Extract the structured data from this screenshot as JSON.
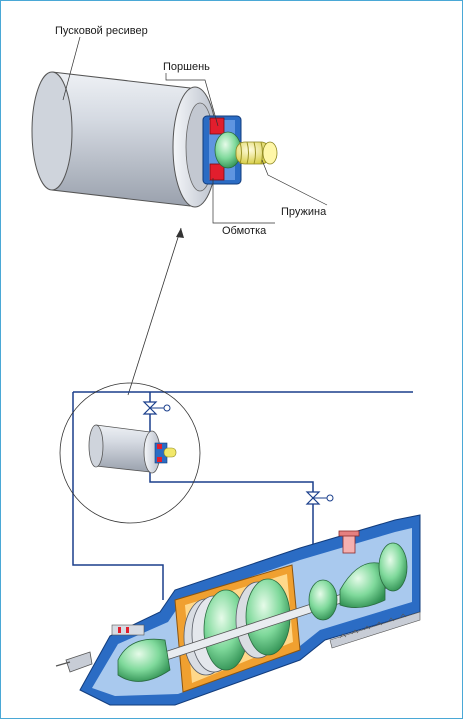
{
  "labels": {
    "receiver": "Пусковой ресивер",
    "piston": "Поршень",
    "spring": "Пружина",
    "winding": "Обмотка"
  },
  "colors": {
    "frame": "#4aa8d6",
    "pipe": "#1a3f8c",
    "housing_blue": "#2b6cc4",
    "green": "#6fd18f",
    "orange": "#f0a030",
    "coil_red": "#e21e2d",
    "spring_yellow": "#f2e86a",
    "cylinder_gray": "#c8cdd6"
  }
}
